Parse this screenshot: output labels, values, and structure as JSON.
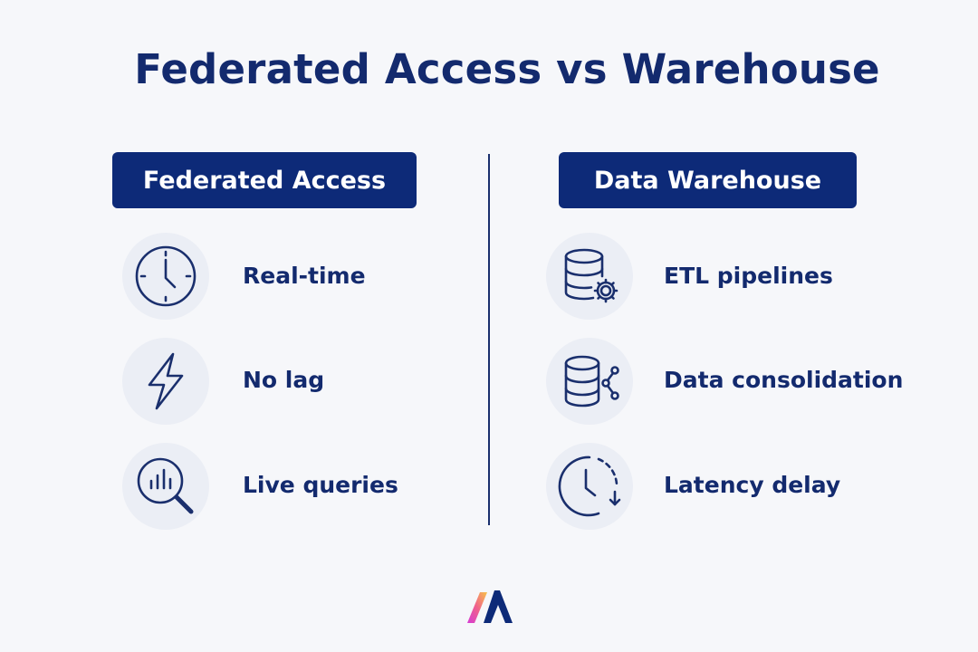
{
  "title": "Federated Access vs Warehouse",
  "left": {
    "header": "Federated Access",
    "items": [
      {
        "label": "Real-time",
        "icon": "clock-icon"
      },
      {
        "label": "No lag",
        "icon": "lightning-icon"
      },
      {
        "label": "Live queries",
        "icon": "magnifier-chart-icon"
      }
    ]
  },
  "right": {
    "header": "Data Warehouse",
    "items": [
      {
        "label": "ETL pipelines",
        "icon": "database-gear-icon"
      },
      {
        "label": "Data consolidation",
        "icon": "database-share-icon"
      },
      {
        "label": "Latency delay",
        "icon": "clock-delay-icon"
      }
    ]
  },
  "colors": {
    "navy": "#0d2a78",
    "text": "#132a6e",
    "background": "#f6f7fa",
    "icon_bg": "#ebeef5"
  }
}
